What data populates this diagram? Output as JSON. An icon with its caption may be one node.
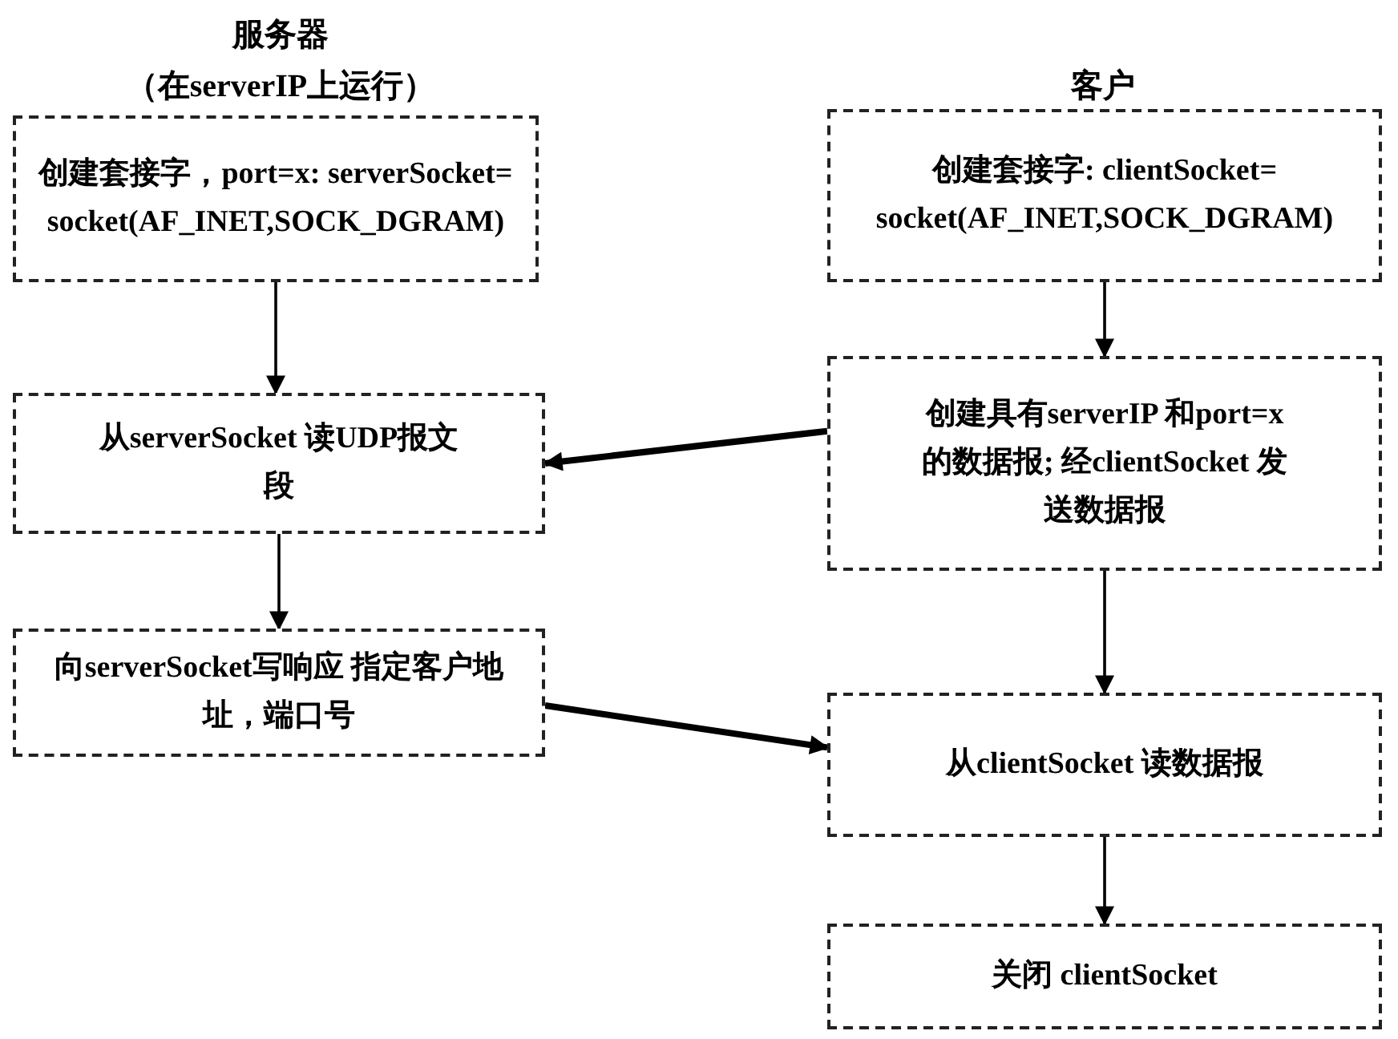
{
  "diagram": {
    "nodes": [
      {
        "text": [
          "创建套接字，port=x: serverSocket= socket(AF_INET,SOCK_DGRAM)"
        ]
      },
      {
        "text": [
          "从serverSocket 读UDP报文段"
        ]
      },
      {
        "text": [
          "向serverSocket写响应 指定客户地址，端口号"
        ]
      },
      {
        "text": [
          "创建套接字: clientSocket= socket(AF_INET,SOCK_DGRAM)"
        ]
      },
      {
        "text": [
          "创建具有serverIP 和port=x的数据报; 经clientSocket 发送数据报"
        ]
      },
      {
        "text": [
          "从clientSocket 读数据报"
        ]
      },
      {
        "text": [
          "关闭 clientSocket"
        ]
      }
    ],
    "edges": [
      {
        "from": 0,
        "to": 1,
        "arrow": "to"
      },
      {
        "from": 1,
        "to": 2,
        "arrow": "to"
      },
      {
        "from": 3,
        "to": 4,
        "arrow": "to"
      },
      {
        "from": 4,
        "to": 1,
        "arrow": "to",
        "style": "thick"
      },
      {
        "from": 4,
        "to": 5,
        "arrow": "to"
      },
      {
        "from": 2,
        "to": 5,
        "arrow": "to",
        "style": "thick"
      },
      {
        "from": 5,
        "to": 6,
        "arrow": "to"
      }
    ],
    "labels": [
      "服务器",
      "（在serverIP上运行）",
      "客户"
    ]
  }
}
